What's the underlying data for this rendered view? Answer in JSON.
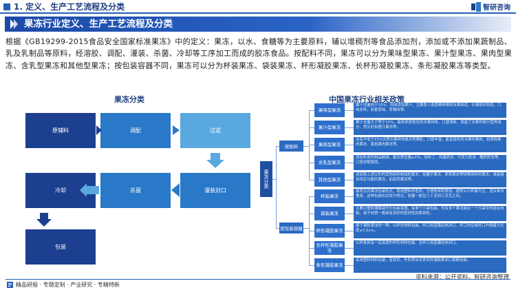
{
  "header": {
    "section_title": "1. 定义、生产工艺流程及分类",
    "logo_text": "智研咨询"
  },
  "title": "果冻行业定义、生产工艺流程及分类",
  "paragraph": "根据《GB19299-2015食品安全国家标准果冻》中的定义：果冻，以水、食糖等为主要原料，辅以增稠剂等食品添加剂，添加或不添加果蔬制品、乳及乳制品等原料，经溶胶、调配、灌装、杀菌、冷却等工序加工而成的胶冻食品。按配料不同，果冻可以分为果味型果冻、果汁型果冻、果肉型果冻、含乳型果冻和其他型果冻；按包装容器不同，果冻可以分为杯装果冻、袋装果冻、杯形凝胶果冻、长杯形凝胶果冻、条形凝胶果冻等类型。",
  "left": {
    "heading": "果冻分类",
    "steps": [
      "原辅料",
      "调配",
      "过滤",
      "灌装封口",
      "杀菌",
      "冷却",
      "包装"
    ]
  },
  "right": {
    "heading": "中国果冻行业相关政策",
    "root": "果冻分类",
    "branches": [
      "按配料",
      "按包装容器"
    ],
    "categories": [
      {
        "name": "果味型果冻",
        "desc": "果汁含量低于15%、风味添加果汁，主要靠人造香精来模拟水果味道，价格相对较低，口味多样，如香草味、草莓味等。"
      },
      {
        "name": "果汁型果冻",
        "desc": "果汁含量大于等于15%，能带来更真实的水果风味，口感清新，保留了水果的部分营养成分，常见的有橙汁果冻等。"
      },
      {
        "name": "果肉型果冻",
        "desc": "含有不低于15%天然水果碎块或天然果粒，口感丰富，能直接吃到水果的果肉，如黄桃果肉果冻、蜜桔果肉果冻等。"
      },
      {
        "name": "含乳型果冻",
        "desc": "添加乳或乳制品制成，蛋白质含量≥1%，如布丁、鸡蛋奶冻、巧克力奶冻、酸奶奶冻等，口感浓郁醇厚。"
      },
      {
        "name": "其他型果冻",
        "desc": "添加除上述以外的其他原料制成的果冻，如魔芋果冻、燕窝果冻等特殊原料的果冻，或者具有特定功能的果冻，如高钙果冻等。"
      },
      {
        "name": "杯装果冻",
        "desc": "最常见的果冻包装形式，使用塑料杯密封，方便携带和食用，通常以小杯装为主，适合单次食用，这种包装形式较为常见，容量一般在几十克到几百克之间。"
      },
      {
        "name": "袋装果冻",
        "desc": "主要以塑料薄膜袋作为包装容器，有单个小袋包装，也有多个果冻装在一个大袋中的组合包装，袋子材质一般具有良好的密封性和柔韧性。"
      },
      {
        "name": "杯形凝胶果冻",
        "desc": "属于凝胶果冻的一种，以杯形材料包装，杯口用盖膜经热封口，杯口内径或杯口内侧最大长度≥3.5cm。"
      },
      {
        "name": "长杯形凝胶果冻",
        "desc": "以杯身具有一定高度的杯形材料包装，且杯口用盖膜经热封口。"
      },
      {
        "name": "条形凝胶果冻",
        "desc": "采用塑料材料包装，呈柱状、外形类似长条状的凝胶果冻口香糖包装。"
      }
    ]
  },
  "source": "资料来源：公开资料，智研咨询整理",
  "footer": "精品研报 · 专题定制 · 产业研究 · 专精特新",
  "colors": {
    "primary": "#1f5fb4",
    "dark_box": "#1d3f8f",
    "mid_box": "#2a78c8",
    "light_box": "#5aa8e0"
  }
}
